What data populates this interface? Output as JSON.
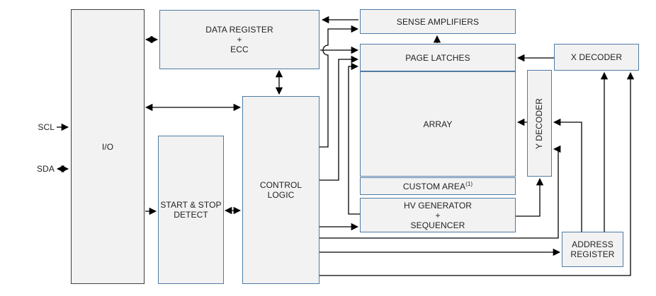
{
  "signals": {
    "scl": "SCL",
    "sda": "SDA"
  },
  "blocks": {
    "io": {
      "label": "I/O"
    },
    "data_register": {
      "lines": [
        "DATA REGISTER",
        "+",
        "ECC"
      ]
    },
    "start_stop_detect": {
      "lines": [
        "START & STOP",
        "DETECT"
      ]
    },
    "control_logic": {
      "lines": [
        "CONTROL",
        "LOGIC"
      ]
    },
    "sense_amplifiers": {
      "label": "SENSE AMPLIFIERS"
    },
    "page_latches": {
      "label": "PAGE LATCHES"
    },
    "array": {
      "label": "ARRAY"
    },
    "custom_area": {
      "label": "CUSTOM AREA",
      "footnote": "(1)"
    },
    "hv_generator": {
      "lines": [
        "HV GENERATOR",
        "+",
        "SEQUENCER"
      ]
    },
    "x_decoder": {
      "label": "X DECODER"
    },
    "y_decoder": {
      "label": "Y DECODER"
    },
    "address_register": {
      "lines": [
        "ADDRESS",
        "REGISTER"
      ]
    }
  },
  "connections": [
    {
      "from": "scl",
      "to": "io",
      "direction": "one-way"
    },
    {
      "from": "sda",
      "to": "io",
      "direction": "two-way"
    },
    {
      "from": "io",
      "to": "data_register",
      "direction": "two-way"
    },
    {
      "from": "io",
      "to": "control_logic",
      "direction": "two-way"
    },
    {
      "from": "io",
      "to": "start_stop_detect",
      "direction": "one-way"
    },
    {
      "from": "start_stop_detect",
      "to": "control_logic",
      "direction": "two-way"
    },
    {
      "from": "data_register",
      "to": "control_logic",
      "direction": "two-way"
    },
    {
      "from": "sense_amplifiers",
      "to": "data_register",
      "direction": "one-way"
    },
    {
      "from": "data_register",
      "to": "page_latches",
      "direction": "one-way"
    },
    {
      "from": "control_logic",
      "to": "sense_amplifiers",
      "direction": "one-way"
    },
    {
      "from": "control_logic",
      "to": "page_latches",
      "direction": "one-way"
    },
    {
      "from": "hv_generator",
      "to": "page_latches",
      "direction": "one-way"
    },
    {
      "from": "page_latches",
      "to": "sense_amplifiers",
      "direction": "one-way"
    },
    {
      "from": "x_decoder",
      "to": "page_latches",
      "direction": "one-way"
    },
    {
      "from": "y_decoder",
      "to": "array",
      "direction": "one-way"
    },
    {
      "from": "address_register",
      "to": "y_decoder",
      "direction": "one-way"
    },
    {
      "from": "control_logic",
      "to": "y_decoder",
      "direction": "one-way"
    },
    {
      "from": "hv_generator",
      "to": "y_decoder",
      "direction": "one-way"
    },
    {
      "from": "control_logic",
      "to": "hv_generator",
      "direction": "one-way"
    },
    {
      "from": "control_logic",
      "to": "address_register",
      "direction": "one-way"
    },
    {
      "from": "address_register",
      "to": "x_decoder",
      "direction": "one-way"
    },
    {
      "from": "control_logic",
      "to": "x_decoder",
      "direction": "one-way"
    }
  ],
  "colors": {
    "block_fill": "#f2f2f2",
    "block_border": "#4e7ba3",
    "io_border": "#3f3f3f",
    "wire": "#000000",
    "text": "#1f1f1f"
  }
}
